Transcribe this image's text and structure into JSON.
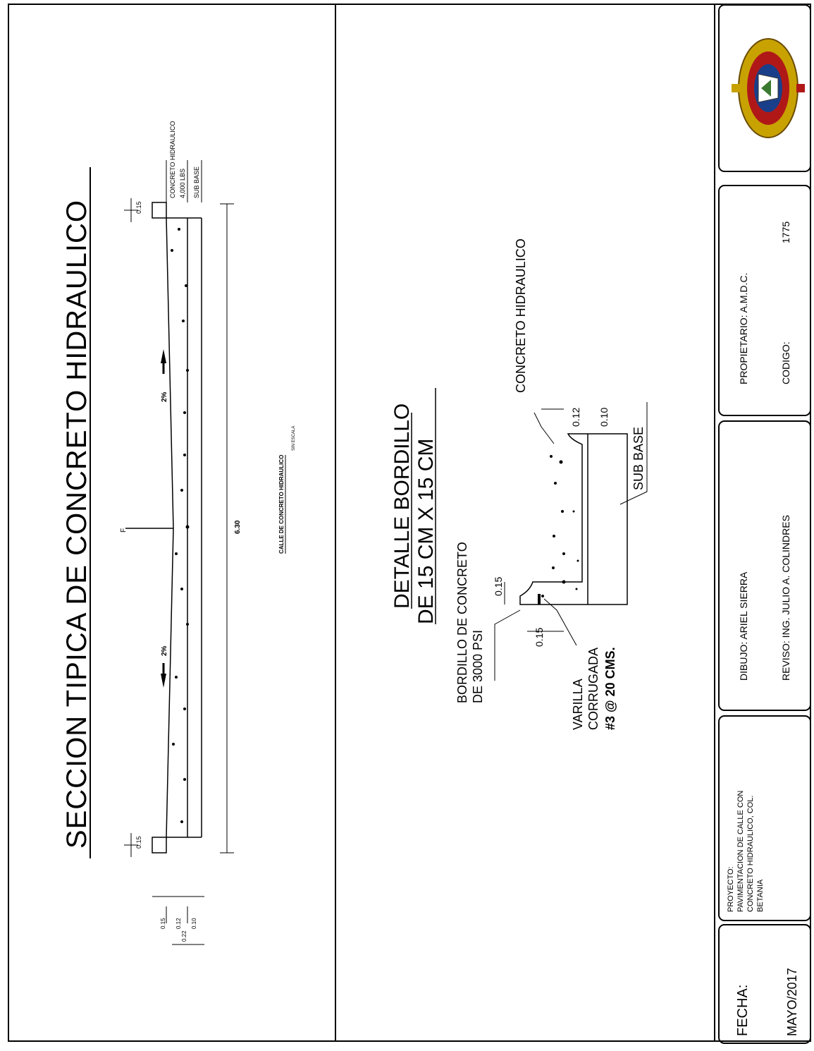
{
  "section_typical": {
    "title": "SECCION TIPICA DE CONCRETO HIDRAULICO",
    "layer_labels": [
      "CONCRETO HIDRAULICO",
      "4,000 LBS",
      "SUB BASE"
    ],
    "curb_height_top": "0.15",
    "curb_height_bottom": "0.15",
    "left_dims": [
      "0.15",
      "0.12",
      "0.10"
    ],
    "left_total": "0.22",
    "width_dim": "6.30",
    "slope_left": "2%",
    "slope_right": "2%",
    "crown_label": "F",
    "caption": "CALLE DE CONCRETO HIDRAULICO",
    "caption_sub": "SIN ESCALA"
  },
  "curb_detail": {
    "title_line1": "DETALLE BORDILLO",
    "title_line2": "DE 15 CM X 15 CM",
    "bordillo_label_line1": "BORDILLO DE CONCRETO",
    "bordillo_label_line2": "DE 3000 PSI",
    "concrete_label": "CONCRETO HIDRAULICO",
    "dim_top": "0.15",
    "dim_side": "0.15",
    "dim_slab": "0.12",
    "dim_base": "0.10",
    "subbase_label": "SUB BASE",
    "varilla_line1": "VARILLA",
    "varilla_line2": "CORRUGADA",
    "varilla_line3": "#3 @ 20 CMS."
  },
  "title_block": {
    "fecha_label": "FECHA:",
    "fecha_value": "MAYO/2017",
    "proyecto_label": "PROYECTO:",
    "proyecto_lines": [
      "PAVIMENTACION DE CALLE CON",
      "CONCRETO HIDRAULICO, COL.",
      "BETANIA"
    ],
    "dibujo": "DIBUJO: ARIEL SIERRA",
    "reviso": "REVISO: ING. JULIO A. COLINDRES",
    "propietario": "PROPIETARIO: A.M.D.C.",
    "codigo_label": "CODIGO:",
    "codigo_value": "1775",
    "logo_icon": "municipal-seal-icon"
  }
}
